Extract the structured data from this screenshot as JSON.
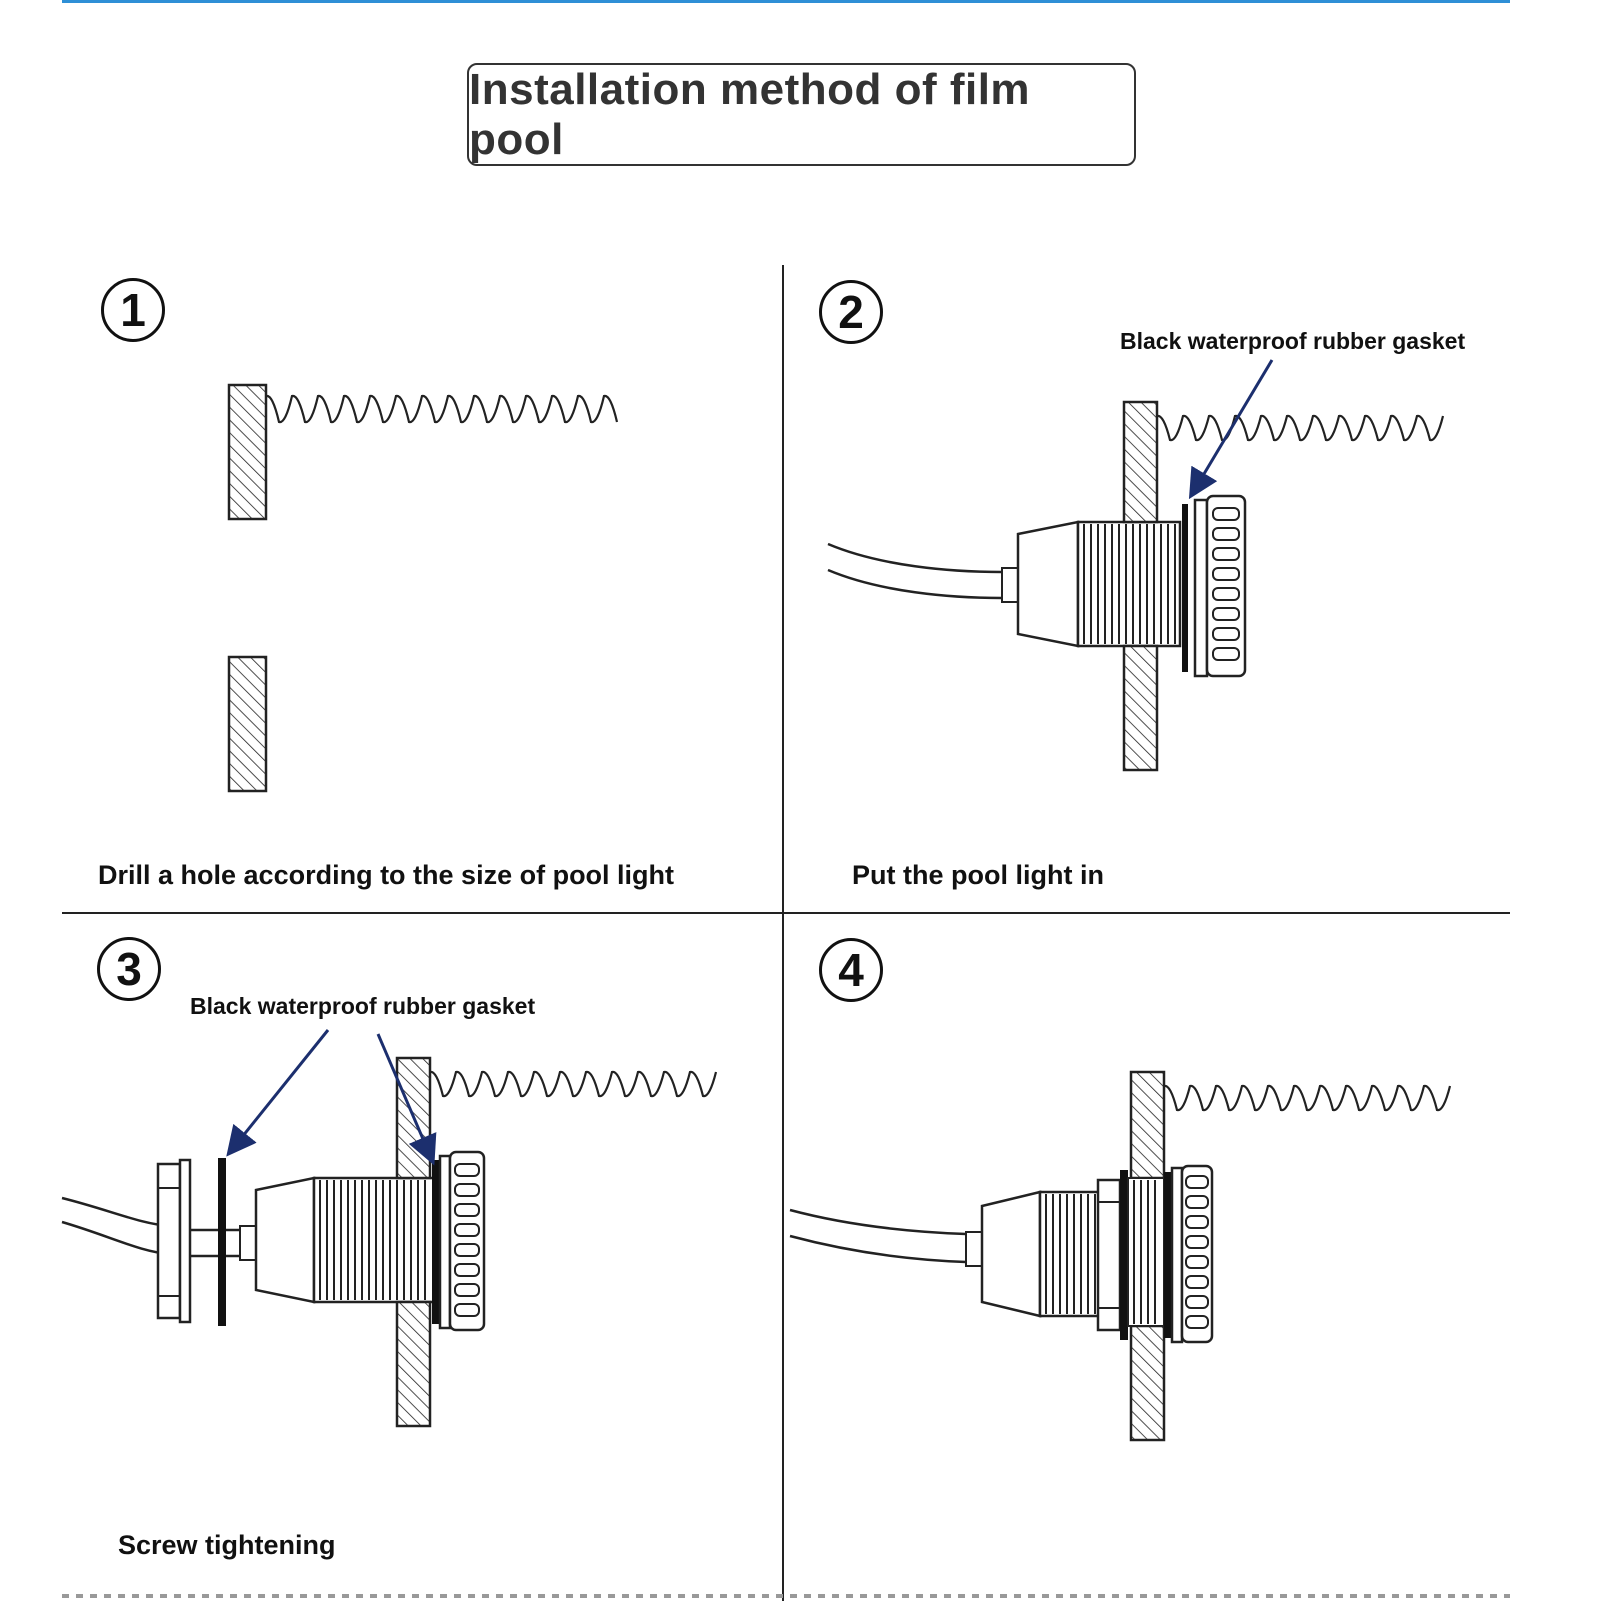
{
  "title": "Installation method of film pool",
  "steps": [
    {
      "number": "1",
      "caption": "Drill a hole according to the size of  pool light"
    },
    {
      "number": "2",
      "caption": "Put the pool light in",
      "annotation": "Black waterproof rubber gasket"
    },
    {
      "number": "3",
      "caption": "Screw tightening",
      "annotation": "Black waterproof rubber gasket"
    },
    {
      "number": "4",
      "caption": ""
    }
  ],
  "colors": {
    "top_rule": "#2e8fd6",
    "arrow": "#1c2f6e",
    "line": "#222222"
  }
}
